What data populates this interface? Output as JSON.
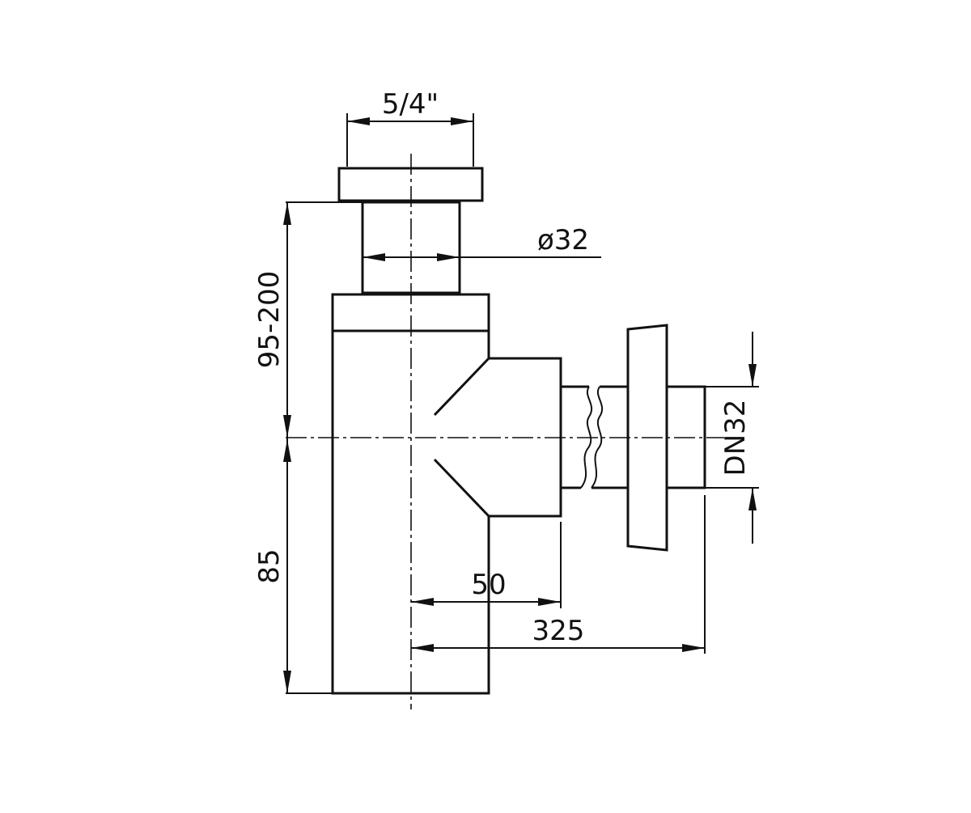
{
  "dimensions": {
    "inlet_thread": "5/4\"",
    "pipe_diameter": "ø32",
    "height_adjustable": "95-200",
    "height_lower": "85",
    "outlet_offset": "50",
    "outlet_length": "325",
    "outlet_nominal": "DN32"
  },
  "colors": {
    "line": "#111111",
    "background": "#ffffff"
  }
}
